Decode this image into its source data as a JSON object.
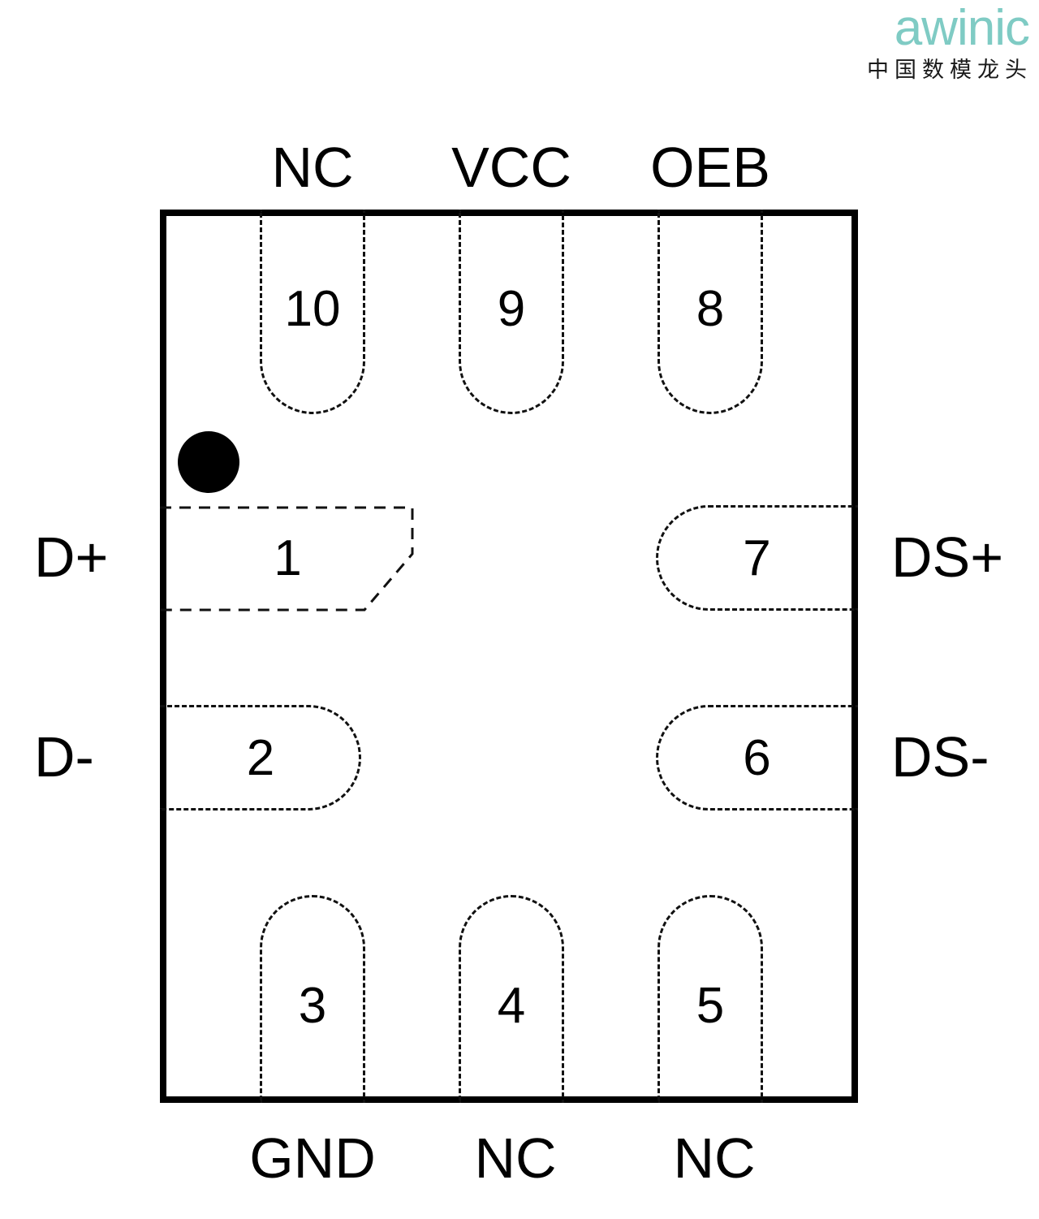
{
  "brand": {
    "wordmark": "awinic",
    "tagline": "中国数模龙头",
    "wordmark_color": "#7fcbc4",
    "tagline_color": "#1a1a1a"
  },
  "package": {
    "outline_color": "#000000",
    "pad_outline_style": "dashed",
    "pin1_marker": "dot",
    "pin_count": 10
  },
  "pins": {
    "p1": {
      "number": "1",
      "name": "D+",
      "side": "left"
    },
    "p2": {
      "number": "2",
      "name": "D-",
      "side": "left"
    },
    "p3": {
      "number": "3",
      "name": "GND",
      "side": "bottom"
    },
    "p4": {
      "number": "4",
      "name": "NC",
      "side": "bottom"
    },
    "p5": {
      "number": "5",
      "name": "NC",
      "side": "bottom"
    },
    "p6": {
      "number": "6",
      "name": "DS-",
      "side": "right"
    },
    "p7": {
      "number": "7",
      "name": "DS+",
      "side": "right"
    },
    "p8": {
      "number": "8",
      "name": "OEB",
      "side": "top"
    },
    "p9": {
      "number": "9",
      "name": "VCC",
      "side": "top"
    },
    "p10": {
      "number": "10",
      "name": "NC",
      "side": "top"
    }
  }
}
